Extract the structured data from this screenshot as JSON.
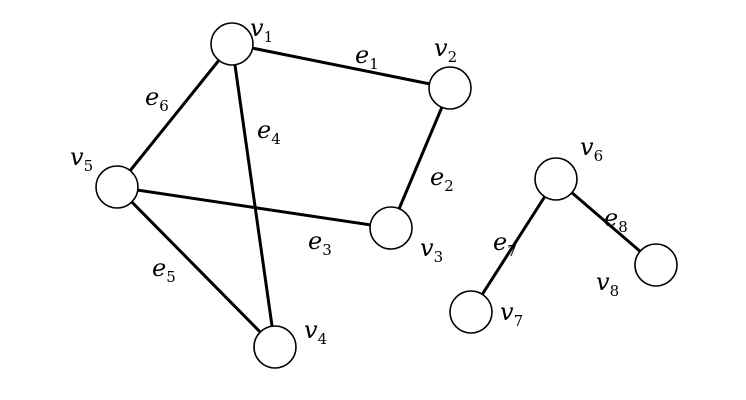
{
  "graph": {
    "vertices": [
      {
        "id": "v1",
        "base": "v",
        "sub": "1"
      },
      {
        "id": "v2",
        "base": "v",
        "sub": "2"
      },
      {
        "id": "v3",
        "base": "v",
        "sub": "3"
      },
      {
        "id": "v4",
        "base": "v",
        "sub": "4"
      },
      {
        "id": "v5",
        "base": "v",
        "sub": "5"
      },
      {
        "id": "v6",
        "base": "v",
        "sub": "6"
      },
      {
        "id": "v7",
        "base": "v",
        "sub": "7"
      },
      {
        "id": "v8",
        "base": "v",
        "sub": "8"
      }
    ],
    "edges": [
      {
        "id": "e1",
        "base": "e",
        "sub": "1",
        "from": "v1",
        "to": "v2"
      },
      {
        "id": "e2",
        "base": "e",
        "sub": "2",
        "from": "v2",
        "to": "v3"
      },
      {
        "id": "e3",
        "base": "e",
        "sub": "3",
        "from": "v5",
        "to": "v3"
      },
      {
        "id": "e4",
        "base": "e",
        "sub": "4",
        "from": "v1",
        "to": "v4"
      },
      {
        "id": "e5",
        "base": "e",
        "sub": "5",
        "from": "v5",
        "to": "v4"
      },
      {
        "id": "e6",
        "base": "e",
        "sub": "6",
        "from": "v1",
        "to": "v5"
      },
      {
        "id": "e7",
        "base": "e",
        "sub": "7",
        "from": "v6",
        "to": "v7"
      },
      {
        "id": "e8",
        "base": "e",
        "sub": "8",
        "from": "v6",
        "to": "v8"
      }
    ]
  }
}
